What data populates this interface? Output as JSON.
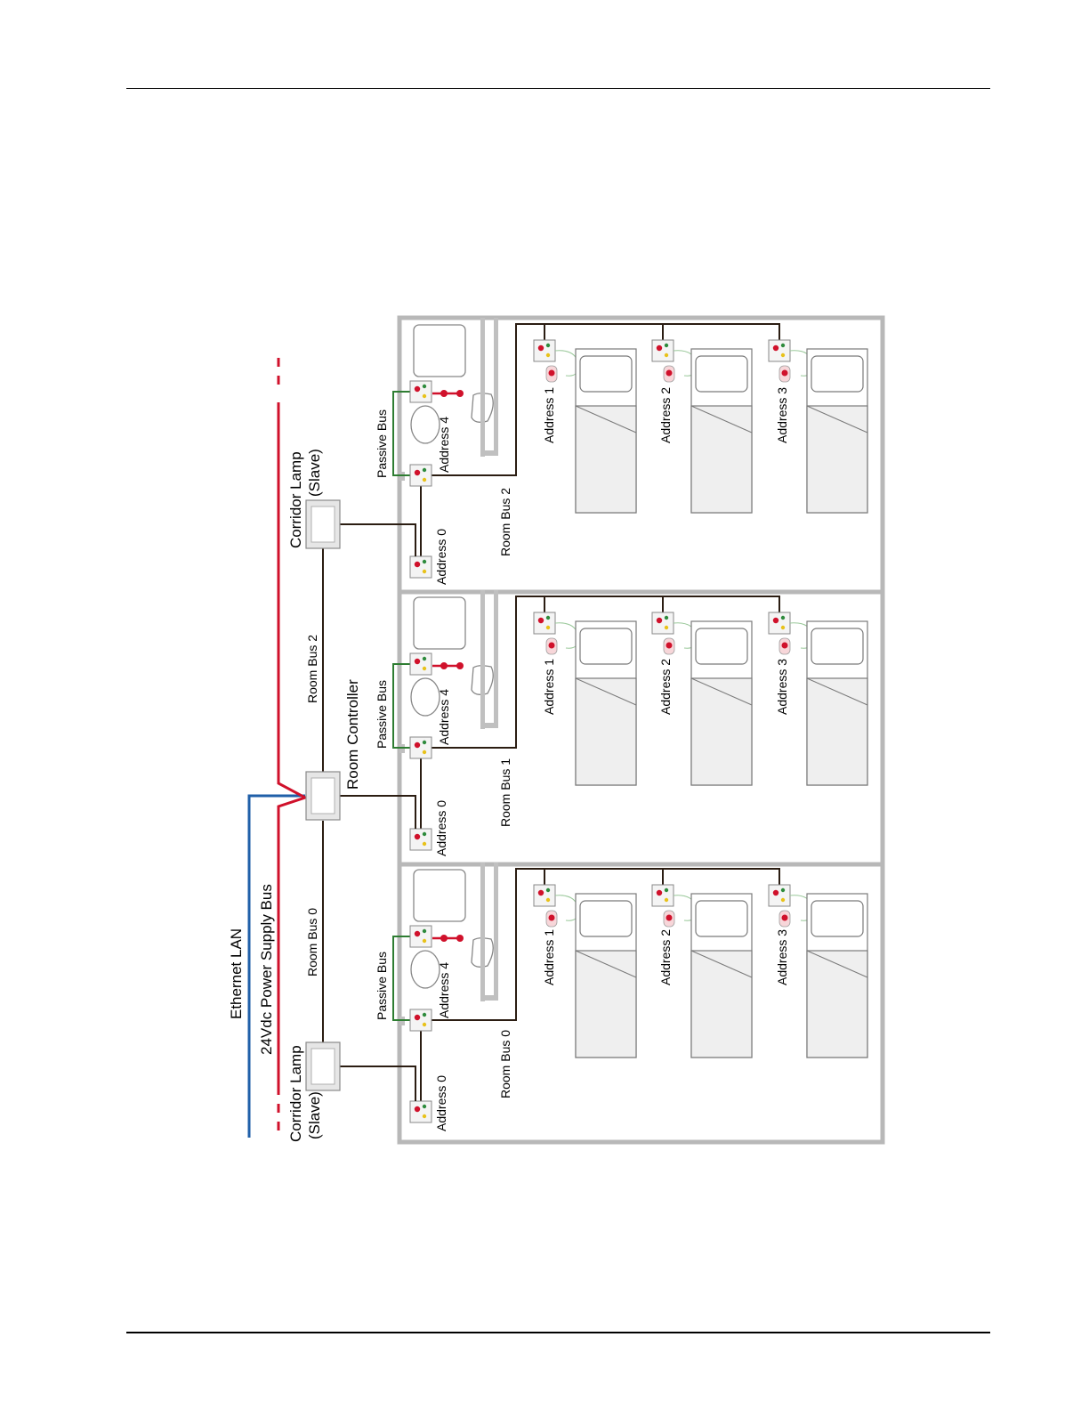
{
  "labels": {
    "ethernet_lan": "Ethernet LAN",
    "power_bus": "24Vdc Power Supply Bus",
    "room_controller": "Room Controller",
    "corridor_lamp_line1": "Corridor Lamp",
    "corridor_lamp_line2": "(Slave)",
    "room_bus_0": "Room Bus 0",
    "room_bus_1": "Room Bus 1",
    "room_bus_2": "Room Bus 2",
    "passive_bus": "Passive Bus",
    "address_0": "Address 0",
    "address_1": "Address 1",
    "address_2": "Address 2",
    "address_3": "Address 3",
    "address_4": "Address 4"
  },
  "colors": {
    "ethernet": "#1f5fa8",
    "power": "#d0112b",
    "bus": "#2b1d12",
    "passive_bus": "#2e7d32",
    "wall": "#b8b8b8"
  }
}
